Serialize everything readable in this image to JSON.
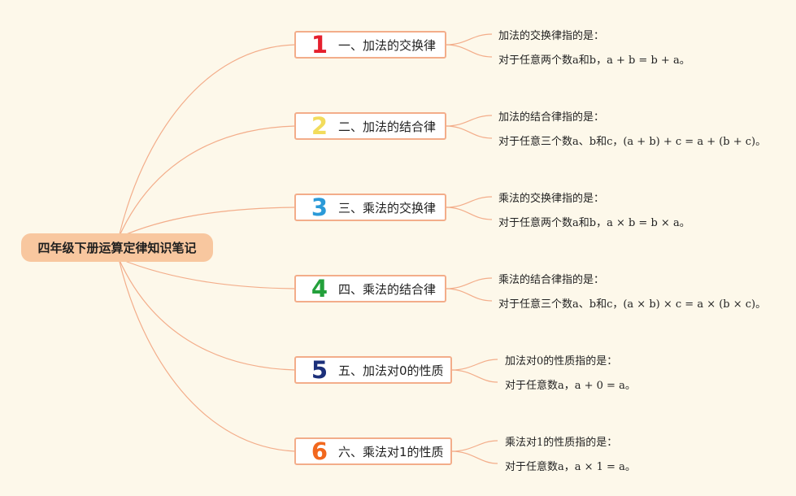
{
  "root": {
    "title": "四年级下册运算定律知识笔记"
  },
  "colors": {
    "background": "#fdf8ea",
    "root_fill": "#f8c79f",
    "node_border": "#f3ad8a",
    "connector": "#f3ad8a"
  },
  "branches": [
    {
      "number": "1",
      "number_color": "#e5202e",
      "label": "一、加法的交换律",
      "detail_title": "加法的交换律指的是：",
      "detail_text": "对于任意两个数a和b，a + b = b + a。"
    },
    {
      "number": "2",
      "number_color": "#f2dc5c",
      "label": "二、加法的结合律",
      "detail_title": "加法的结合律指的是：",
      "detail_text": "对于任意三个数a、b和c，(a + b) + c = a + (b + c)。"
    },
    {
      "number": "3",
      "number_color": "#2b9ad8",
      "label": "三、乘法的交换律",
      "detail_title": "乘法的交换律指的是：",
      "detail_text": "对于任意两个数a和b，a × b = b × a。"
    },
    {
      "number": "4",
      "number_color": "#23a03b",
      "label": "四、乘法的结合律",
      "detail_title": "乘法的结合律指的是：",
      "detail_text": "对于任意三个数a、b和c，(a × b) × c = a × (b × c)。"
    },
    {
      "number": "5",
      "number_color": "#1b2f7a",
      "label": "五、加法对0的性质",
      "detail_title": "加法对0的性质指的是：",
      "detail_text": "对于任意数a，a + 0 = a。"
    },
    {
      "number": "6",
      "number_color": "#f2681e",
      "label": "六、乘法对1的性质",
      "detail_title": "乘法对1的性质指的是：",
      "detail_text": "对于任意数a，a × 1 = a。"
    }
  ]
}
